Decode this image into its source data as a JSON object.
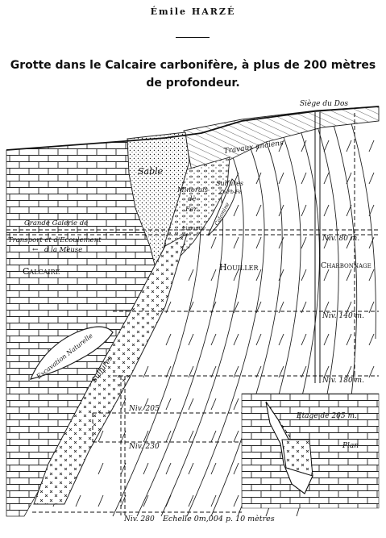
{
  "header": {
    "author": "Émile HARZÉ",
    "title_line1": "Grotte dans le Calcaire carbonifère, à plus de 200 mètres",
    "title_line2": "de profondeur."
  },
  "labels": {
    "siege": "Siège du Dos",
    "travaux": "Travaux anciens",
    "sable": "Sable",
    "minerais": "Minerais",
    "de": "de",
    "fer": "Fer",
    "sulfures": "Sulfures",
    "sulfures_sub": "Zn-Pb-Fe",
    "limonite": "Limonite",
    "calamine": "Calamine",
    "galerie1": "Grande Galerie de",
    "galerie2": "Transport et d'Ecoulement",
    "galerie3": "d la Meuse",
    "calcaire": "Calcaire",
    "houiller": "Houiller",
    "charbonnage": "Charbonnage",
    "excavation": "Excavation Naturelle",
    "sulfures_vein": "Sulfures",
    "etage": "Etage de 205 m.",
    "plan": "Plan",
    "echelle": "Echelle  0m,004 p. 10 mètres"
  },
  "levels": [
    {
      "label": "Niv. 80 m."
    },
    {
      "label": "Niv. 140 m."
    },
    {
      "label": "Niv. 180 m."
    },
    {
      "label": "Niv. 205"
    },
    {
      "label": "Niv. 230"
    },
    {
      "label": "Niv. 280"
    }
  ]
}
